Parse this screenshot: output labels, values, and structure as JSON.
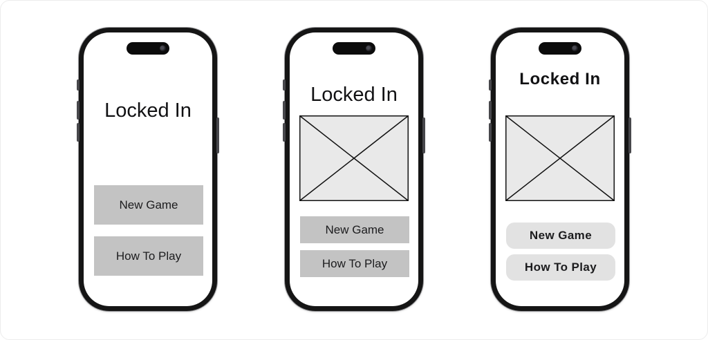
{
  "app_title": "Locked In",
  "colors": {
    "frame": "#151515",
    "screen": "#ffffff",
    "square_button_gray": "#c3c3c3",
    "rounded_button_gray": "#e2e2e2",
    "placeholder_fill": "#e9e9e9",
    "placeholder_stroke": "#111111",
    "text": "#111113"
  },
  "icons": {
    "dynamic_island": "dynamic-island",
    "camera_dot": "camera-dot-icon",
    "image_placeholder": "crossed-box-image-placeholder-icon"
  },
  "phones": [
    {
      "name": "low-fidelity-wireframe",
      "title": "Locked In",
      "buttons": {
        "new_game": "New Game",
        "how_to_play": "How To Play"
      }
    },
    {
      "name": "mid-fidelity-wireframe",
      "title": "Locked In",
      "buttons": {
        "new_game": "New Game",
        "how_to_play": "How To Play"
      }
    },
    {
      "name": "high-fidelity-mockup",
      "title": "Locked In",
      "buttons": {
        "new_game": "New Game",
        "how_to_play": "How To Play"
      }
    }
  ]
}
